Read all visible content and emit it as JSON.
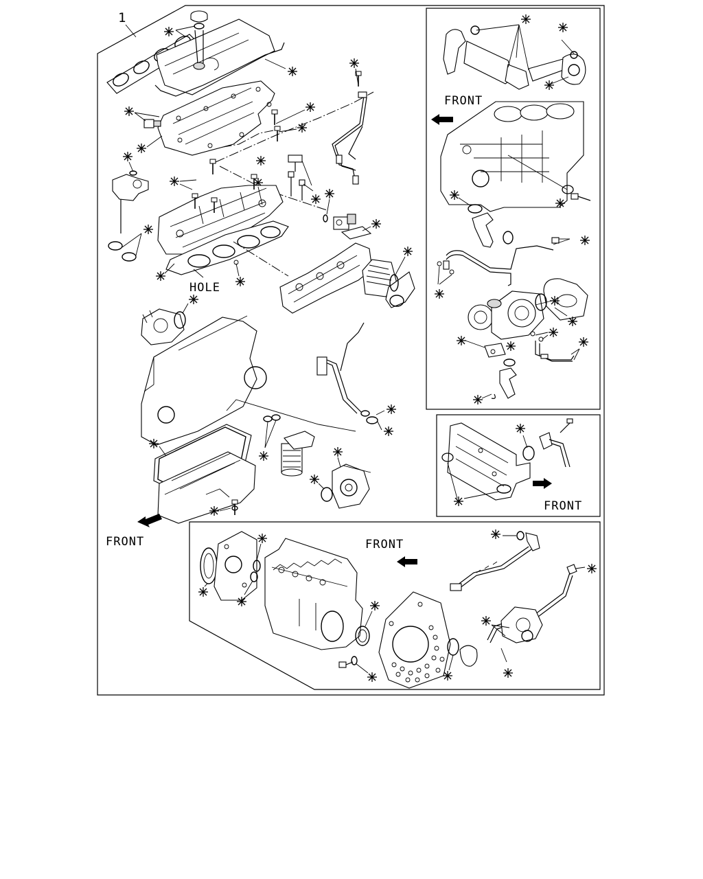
{
  "diagram": {
    "callout_number": "1",
    "labels": {
      "front_top_right": "FRONT",
      "front_middle_right": "FRONT",
      "front_left": "FRONT",
      "front_bottom": "FRONT",
      "hole": "HOLE"
    },
    "marker_symbol": "asterisk-icon",
    "sections": [
      "main-engine-overview",
      "inset-egr-and-turbocharger",
      "inset-oil-cooler",
      "inset-flywheel-housing-and-front-cover"
    ]
  }
}
